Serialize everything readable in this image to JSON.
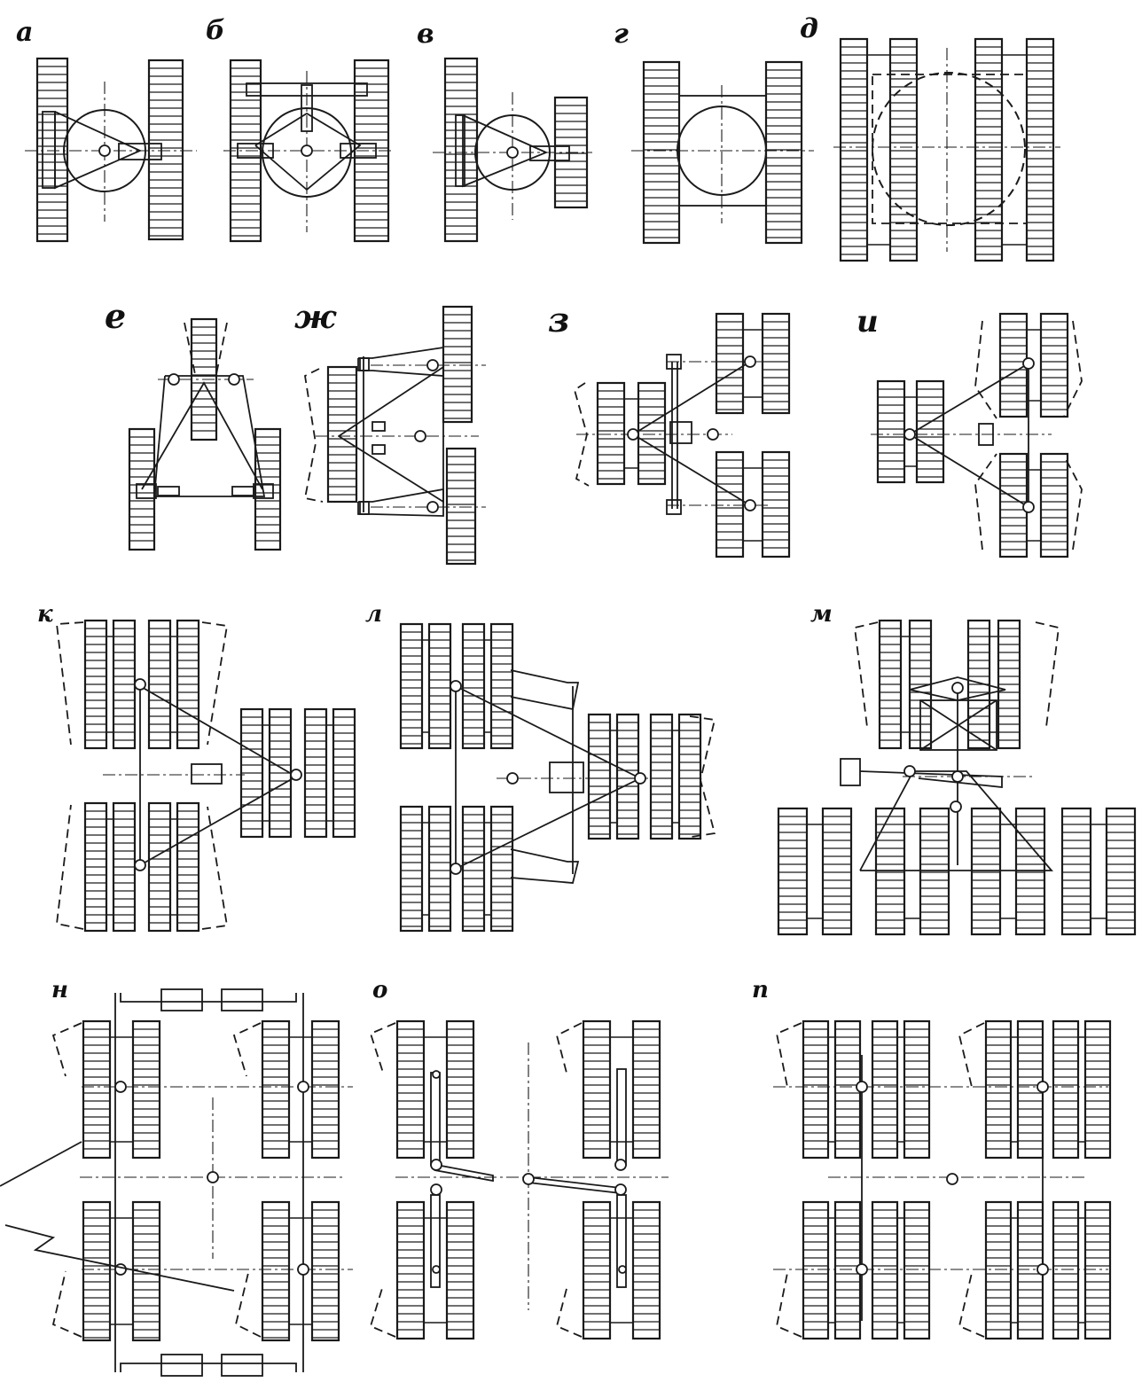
{
  "labels": {
    "a": "а",
    "b": "б",
    "v": "в",
    "g": "г",
    "d": "д",
    "e": "е",
    "zh": "ж",
    "z": "з",
    "i": "и",
    "k": "к",
    "l": "л",
    "m": "м",
    "n": "н",
    "o": "о",
    "p": "п"
  },
  "colors": {
    "ink": "#1a1a1a",
    "paper": "#ffffff"
  }
}
